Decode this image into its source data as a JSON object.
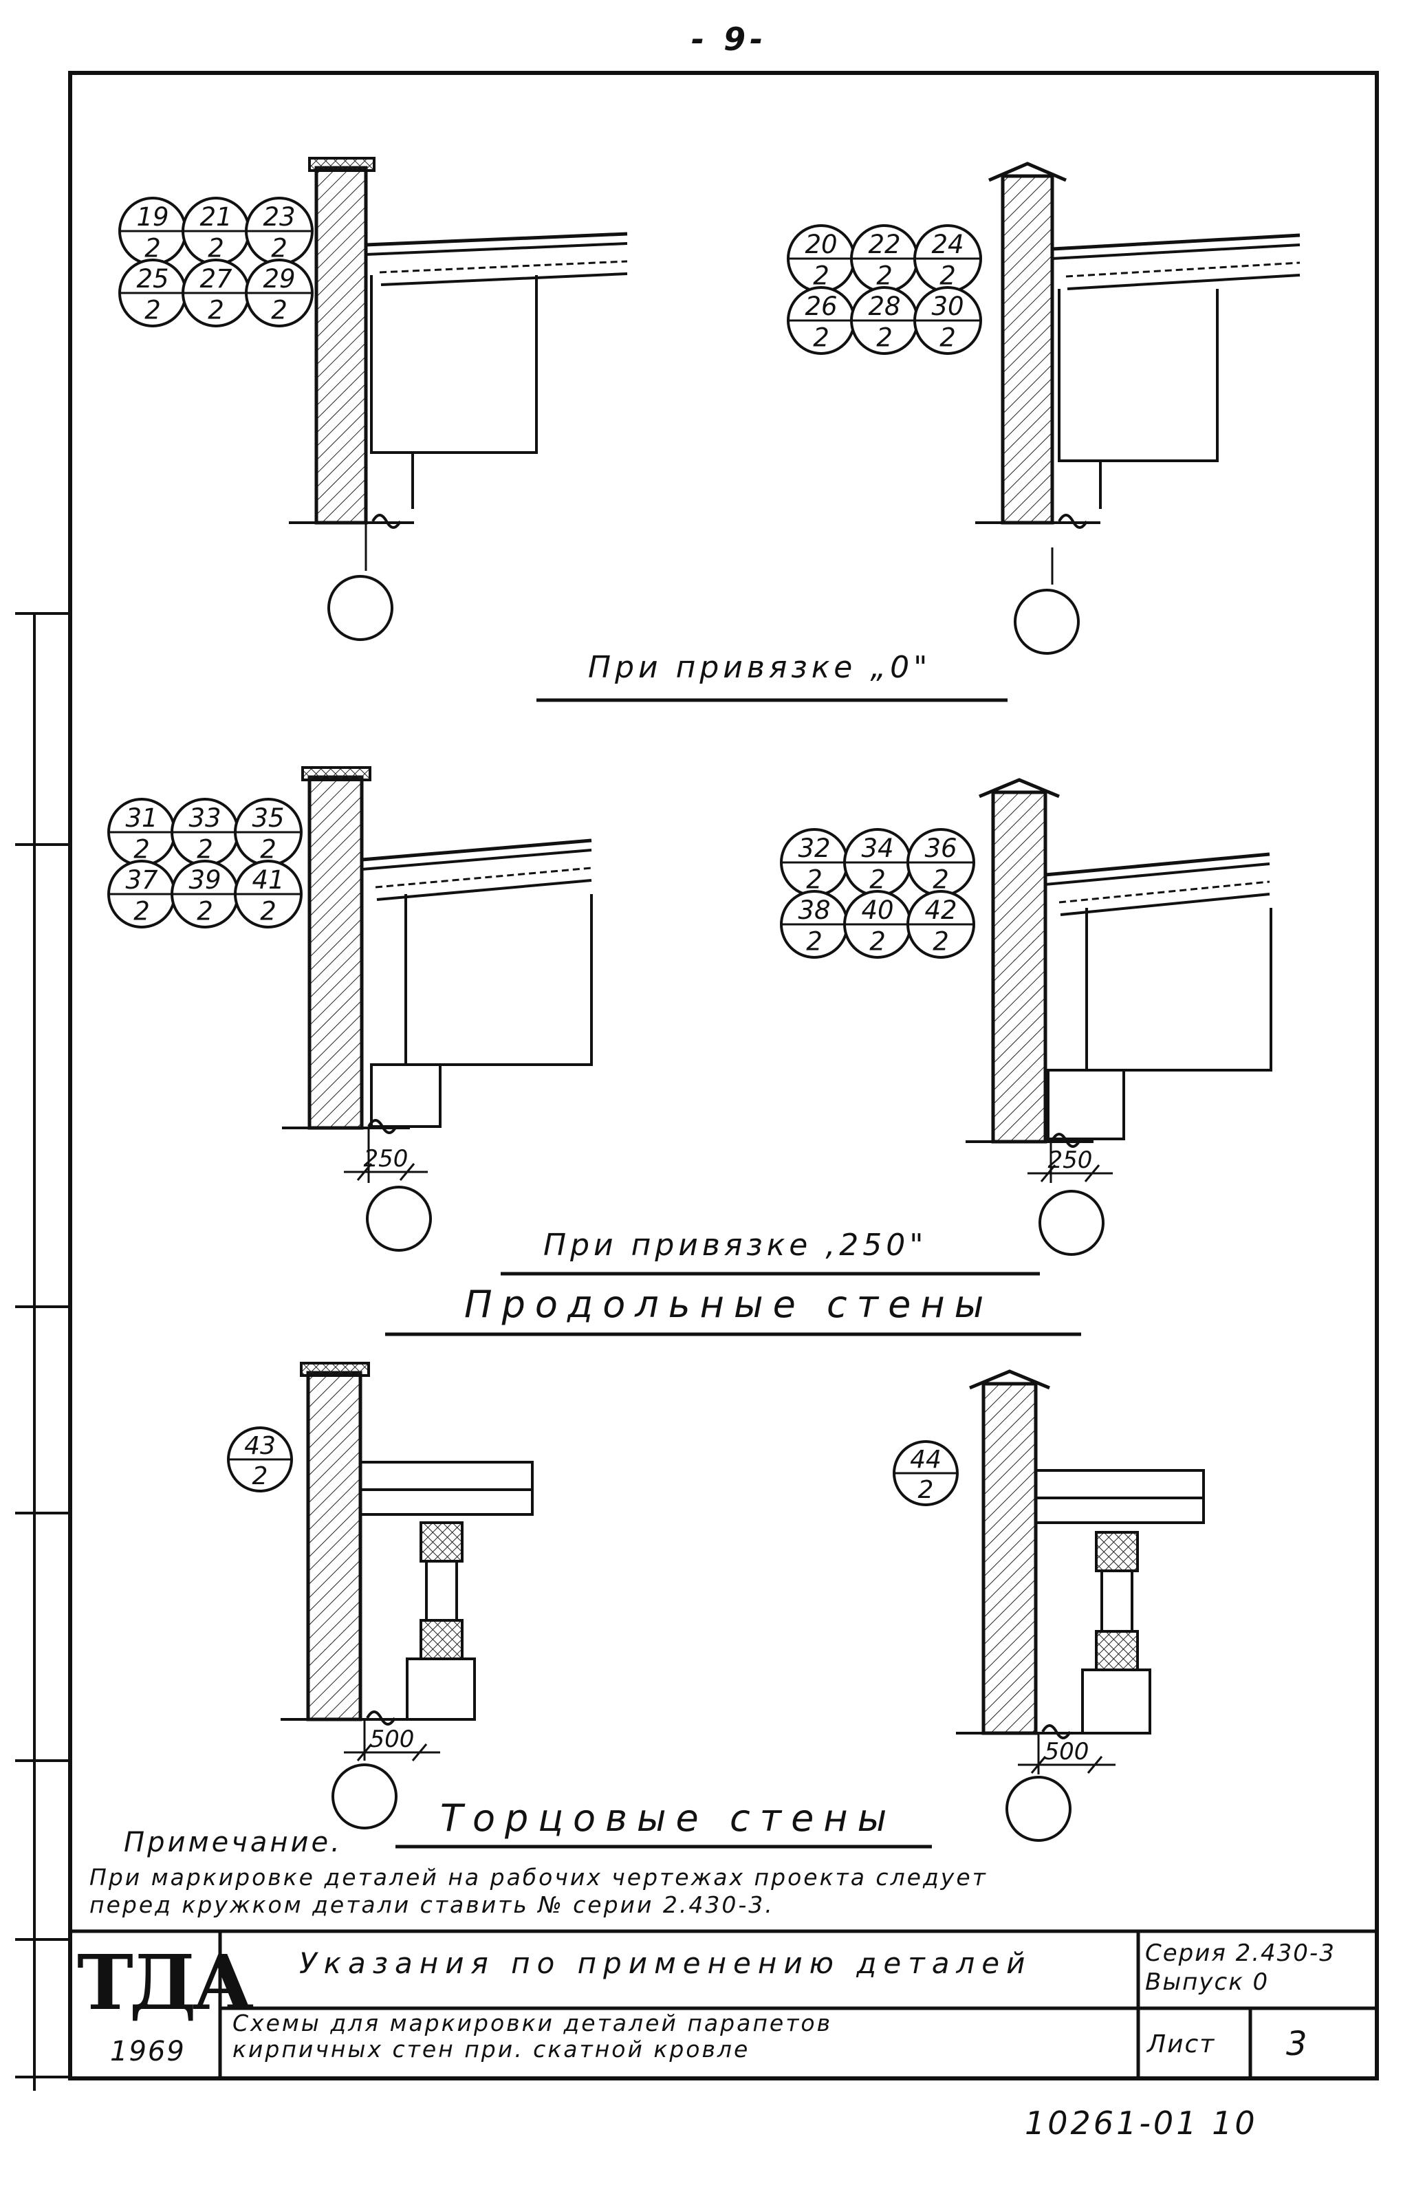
{
  "page_number": "- 9-",
  "headings": {
    "binding_zero": "При привязке „0\"",
    "binding_250": "При привязке ,250\"",
    "longitudinal_walls": "Продольные стены",
    "end_walls": "Торцовые стены"
  },
  "groups": {
    "top_left": [
      [
        "19",
        "2"
      ],
      [
        "21",
        "2"
      ],
      [
        "23",
        "2"
      ],
      [
        "25",
        "2"
      ],
      [
        "27",
        "2"
      ],
      [
        "29",
        "2"
      ]
    ],
    "top_right": [
      [
        "20",
        "2"
      ],
      [
        "22",
        "2"
      ],
      [
        "24",
        "2"
      ],
      [
        "26",
        "2"
      ],
      [
        "28",
        "2"
      ],
      [
        "30",
        "2"
      ]
    ],
    "mid_left": [
      [
        "31",
        "2"
      ],
      [
        "33",
        "2"
      ],
      [
        "35",
        "2"
      ],
      [
        "37",
        "2"
      ],
      [
        "39",
        "2"
      ],
      [
        "41",
        "2"
      ]
    ],
    "mid_right": [
      [
        "32",
        "2"
      ],
      [
        "34",
        "2"
      ],
      [
        "36",
        "2"
      ],
      [
        "38",
        "2"
      ],
      [
        "40",
        "2"
      ],
      [
        "42",
        "2"
      ]
    ],
    "bot_left": [
      [
        "43",
        "2"
      ]
    ],
    "bot_right": [
      [
        "44",
        "2"
      ]
    ]
  },
  "dimensions": {
    "mid_left": "250",
    "mid_right": "250",
    "bot_left": "500",
    "bot_right": "500"
  },
  "note": {
    "title": "Примечание.",
    "line1": "При маркировке деталей на рабочих чертежах проекта следует",
    "line2": "перед кружком детали ставить № серии 2.430-3."
  },
  "title_block": {
    "logo": "ТДА",
    "year": "1969",
    "title": "Указания по применению деталей",
    "subtitle_line1": "Схемы для маркировки деталей парапетов",
    "subtitle_line2": "кирпичных стен при. скатной кровле",
    "series": "Серия 2.430-3",
    "issue": "Выпуск 0",
    "sheet_label": "Лист",
    "sheet_number": "3"
  },
  "doc_number": "10261-01 10"
}
